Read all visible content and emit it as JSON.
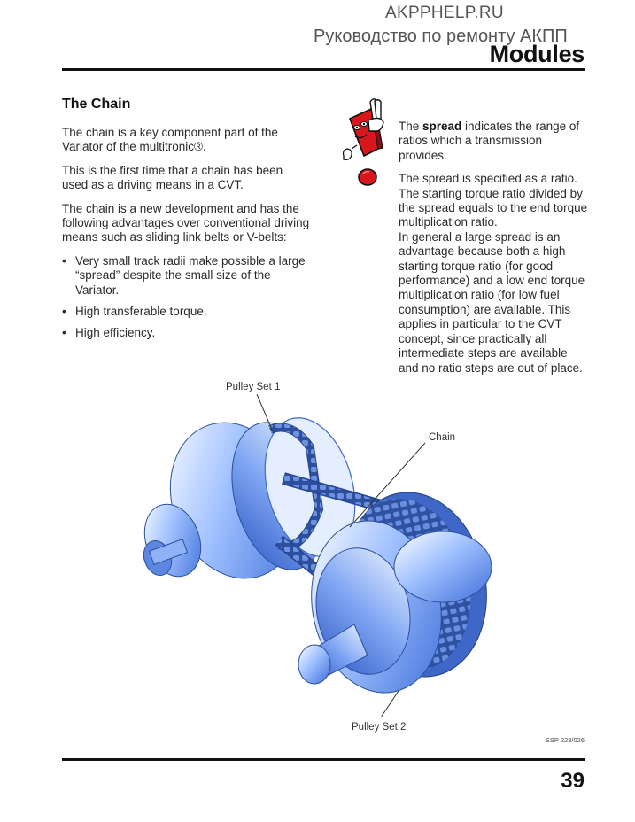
{
  "watermark": {
    "site": "AKPPHELP.RU",
    "subtitle": "Руководство по ремонту АКПП"
  },
  "header": {
    "section": "Modules"
  },
  "left_column": {
    "heading": "The Chain",
    "paragraphs": [
      "The chain is a key component part of the Variator of the multitronic®.",
      "This is the first time that a chain has been used as a driving means in a CVT.",
      "The chain is a new development and has the following advantages over conventional driving means such as sliding link belts or V-belts:"
    ],
    "bullets": [
      "Very small track radii make possible a large “spread” despite the small size of the Variator.",
      "High transferable torque.",
      "High efficiency."
    ]
  },
  "note": {
    "p1_before": "The ",
    "p1_bold": "spread",
    "p1_after": " indicates the range of ratios which a transmission provides.",
    "p2": "The spread is specified as a ratio. The starting torque ratio divided by the spread equals to the end torque multiplication ratio.",
    "p3": "In general a large spread is an advantage because both a high starting torque ratio (for good performance) and a low end torque multiplication ratio (for low fuel consumption) are available. This applies in particular to the CVT concept, since practically all intermediate steps are available and no ratio steps are out of place."
  },
  "figure": {
    "labels": {
      "pulley_set_1": "Pulley Set 1",
      "chain": "Chain",
      "pulley_set_2": "Pulley Set 2"
    },
    "reference": "SSP 228/026"
  },
  "footer": {
    "page_number": "39"
  },
  "colors": {
    "metal_blue": "#5a86e6",
    "note_red": "#d8161b"
  }
}
